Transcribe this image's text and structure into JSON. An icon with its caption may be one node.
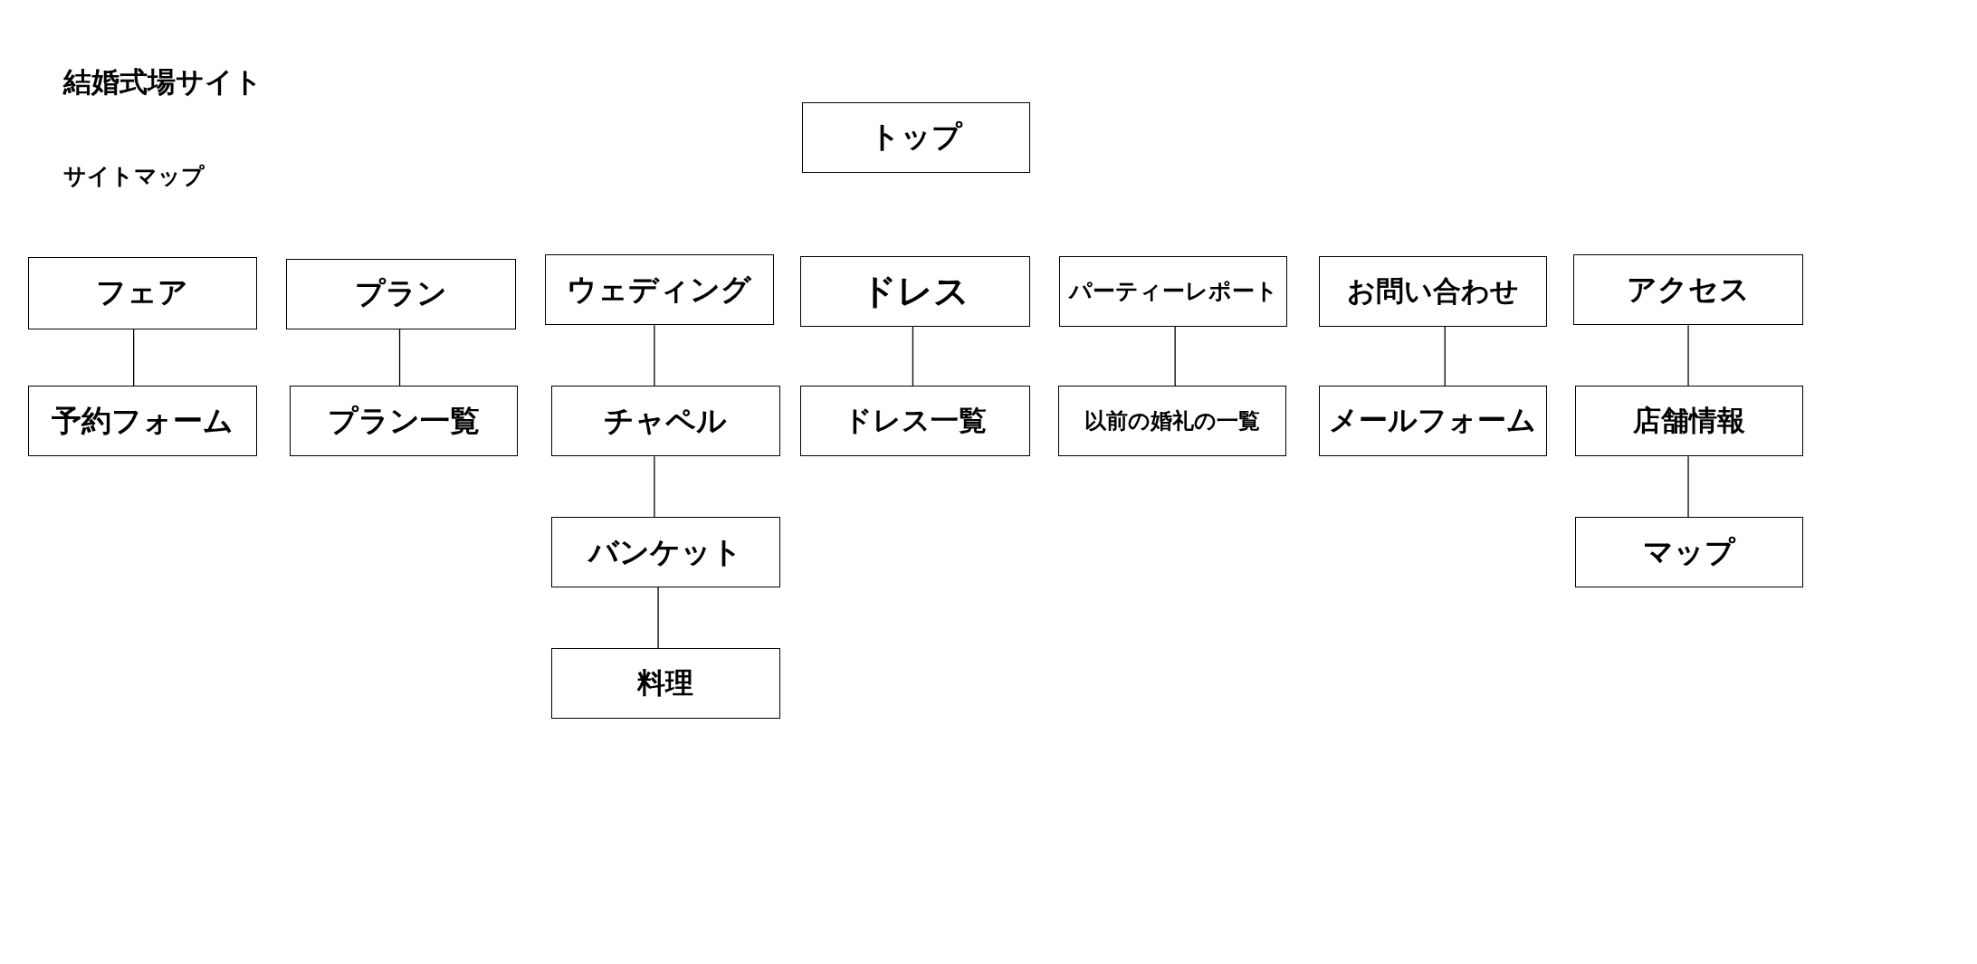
{
  "diagram": {
    "title": "結婚式場サイト",
    "nodes": [
      {
        "text": [
          "トップ"
        ]
      },
      {
        "text": [
          "フェア"
        ]
      },
      {
        "text": [
          "予約フォーム"
        ]
      },
      {
        "text": [
          "プラン"
        ]
      },
      {
        "text": [
          "プラン一覧"
        ]
      },
      {
        "text": [
          "ウェディング"
        ]
      },
      {
        "text": [
          "チャペル"
        ]
      },
      {
        "text": [
          "バンケット"
        ]
      },
      {
        "text": [
          "料理"
        ]
      },
      {
        "text": [
          "ドレス"
        ]
      },
      {
        "text": [
          "ドレス一覧"
        ]
      },
      {
        "text": [
          "パーティーレポート"
        ]
      },
      {
        "text": [
          "以前の婚礼の一覧"
        ]
      },
      {
        "text": [
          "お問い合わせ"
        ]
      },
      {
        "text": [
          "メールフォーム"
        ]
      },
      {
        "text": [
          "アクセス"
        ]
      },
      {
        "text": [
          "店舗情報"
        ]
      },
      {
        "text": [
          "マップ"
        ]
      }
    ],
    "edges": [
      {
        "from": 1,
        "to": 2,
        "arrow": "none"
      },
      {
        "from": 3,
        "to": 4,
        "arrow": "none"
      },
      {
        "from": 5,
        "to": 6,
        "arrow": "none"
      },
      {
        "from": 6,
        "to": 7,
        "arrow": "none"
      },
      {
        "from": 7,
        "to": 8,
        "arrow": "none"
      },
      {
        "from": 9,
        "to": 10,
        "arrow": "none"
      },
      {
        "from": 11,
        "to": 12,
        "arrow": "none"
      },
      {
        "from": 13,
        "to": 14,
        "arrow": "none"
      },
      {
        "from": 15,
        "to": 16,
        "arrow": "none"
      },
      {
        "from": 16,
        "to": 17,
        "arrow": "none"
      }
    ],
    "labels": [
      "サイトマップ"
    ]
  }
}
